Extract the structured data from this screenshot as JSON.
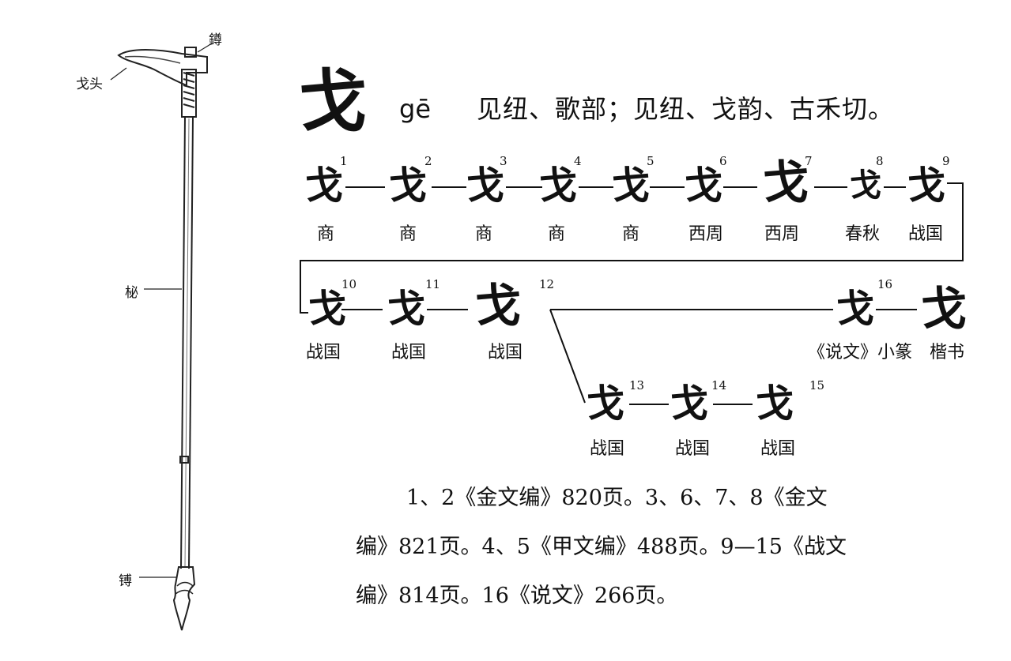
{
  "weapon": {
    "labels": {
      "top_piece": "鐏",
      "head": "戈头",
      "shaft": "柲",
      "butt": "镈"
    }
  },
  "entry": {
    "character": "戈",
    "pinyin": "gē",
    "phonology": "见纽、歌部；见纽、戈韵、古禾切。"
  },
  "forms": [
    {
      "num": "1",
      "glyph": "戈",
      "era": "商"
    },
    {
      "num": "2",
      "glyph": "戈",
      "era": "商"
    },
    {
      "num": "3",
      "glyph": "戈",
      "era": "商"
    },
    {
      "num": "4",
      "glyph": "戈",
      "era": "商"
    },
    {
      "num": "5",
      "glyph": "戈",
      "era": "商"
    },
    {
      "num": "6",
      "glyph": "戈",
      "era": "西周"
    },
    {
      "num": "7",
      "glyph": "戈",
      "era": "西周"
    },
    {
      "num": "8",
      "glyph": "戈",
      "era": "春秋"
    },
    {
      "num": "9",
      "glyph": "戈",
      "era": "战国"
    },
    {
      "num": "10",
      "glyph": "戈",
      "era": "战国"
    },
    {
      "num": "11",
      "glyph": "戈",
      "era": "战国"
    },
    {
      "num": "12",
      "glyph": "戈",
      "era": "战国"
    },
    {
      "num": "13",
      "glyph": "戈",
      "era": "战国"
    },
    {
      "num": "14",
      "glyph": "戈",
      "era": "战国"
    },
    {
      "num": "15",
      "glyph": "戈",
      "era": "战国"
    },
    {
      "num": "16",
      "glyph": "戈",
      "era": "《说文》小篆"
    }
  ],
  "final_form": {
    "glyph": "戈",
    "era": "楷书"
  },
  "notes": {
    "line1": "1、2《金文编》820页。3、6、7、8《金文",
    "line2": "编》821页。4、5《甲文编》488页。9—15《战文",
    "line3": "编》814页。16《说文》266页。"
  }
}
